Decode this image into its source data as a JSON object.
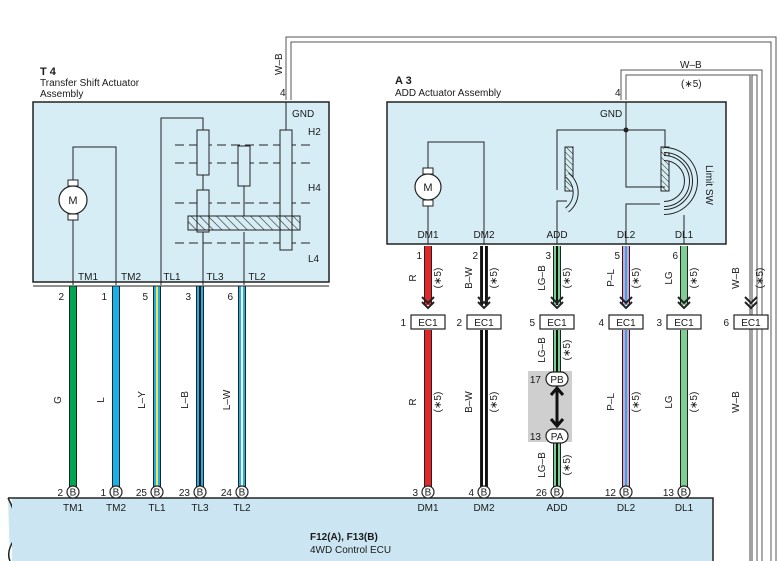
{
  "t4": {
    "ref": "T 4",
    "name_line1": "Transfer Shift Actuator",
    "name_line2": "Assembly",
    "gnd": "GND",
    "pos_h2": "H2",
    "pos_h4": "H4",
    "pos_l4": "L4",
    "motor": "M",
    "gnd_wire": "W–B",
    "gnd_pin": "4",
    "pins": [
      {
        "label": "TM1",
        "num": "2",
        "color": "G",
        "ecu_pin": "2",
        "ecu_conn": "B",
        "ecu_label": "TM1"
      },
      {
        "label": "TM2",
        "num": "1",
        "color": "L",
        "ecu_pin": "1",
        "ecu_conn": "B",
        "ecu_label": "TM2"
      },
      {
        "label": "TL1",
        "num": "5",
        "color": "L–Y",
        "ecu_pin": "25",
        "ecu_conn": "B",
        "ecu_label": "TL1"
      },
      {
        "label": "TL3",
        "num": "3",
        "color": "L–B",
        "ecu_pin": "23",
        "ecu_conn": "B",
        "ecu_label": "TL3"
      },
      {
        "label": "TL2",
        "num": "6",
        "color": "L–W",
        "ecu_pin": "24",
        "ecu_conn": "B",
        "ecu_label": "TL2"
      }
    ]
  },
  "a3": {
    "ref": "A 3",
    "name": "ADD Actuator Assembly",
    "gnd": "GND",
    "motor": "M",
    "limit_sw": "Limit SW",
    "gnd_wire": "W–B",
    "gnd_pin": "4",
    "gnd_shield": "(∗5)",
    "pins": [
      {
        "label": "DM1",
        "num": "1",
        "color": "R",
        "ec1_pin": "1",
        "lower_color": "R",
        "ecu_pin": "3",
        "ecu_conn": "B",
        "ecu_label": "DM1"
      },
      {
        "label": "DM2",
        "num": "2",
        "color": "B–W",
        "ec1_pin": "2",
        "lower_color": "B–W",
        "ecu_pin": "4",
        "ecu_conn": "B",
        "ecu_label": "DM2"
      },
      {
        "label": "ADD",
        "num": "3",
        "color": "LG–B",
        "ec1_pin": "5",
        "lower_color": "LG–B",
        "ecu_pin": "26",
        "ecu_conn": "B",
        "ecu_label": "ADD"
      },
      {
        "label": "DL2",
        "num": "5",
        "color": "P–L",
        "ec1_pin": "4",
        "lower_color": "P–L",
        "ecu_pin": "12",
        "ecu_conn": "B",
        "ecu_label": "DL2"
      },
      {
        "label": "DL1",
        "num": "6",
        "color": "LG",
        "ec1_pin": "3",
        "lower_color": "LG",
        "ecu_pin": "13",
        "ecu_conn": "B",
        "ecu_label": "DL1"
      }
    ]
  },
  "ground_wire": {
    "color": "W–B",
    "ec1_pin": "6",
    "lower_color": "W–B"
  },
  "ec1_label": "EC1",
  "shield": "(∗5)",
  "junction": {
    "pb_pin": "17",
    "pb": "PB",
    "pa_pin": "13",
    "pa": "PA",
    "color": "LG–B"
  },
  "ecu": {
    "ref": "F12(A), F13(B)",
    "name": "4WD Control ECU"
  },
  "colors": {
    "box_fill": "#d6edf5",
    "ecu_fill": "#cbe6f2",
    "G": "#00a651",
    "L": "#1ab0e8",
    "R": "#e3262a",
    "B": "#111111",
    "LG": "#7fcf94",
    "P": "#e79bd1",
    "W": "#ffffff",
    "Y": "#ffe14d",
    "splice_bg": "#cfcfcf"
  }
}
